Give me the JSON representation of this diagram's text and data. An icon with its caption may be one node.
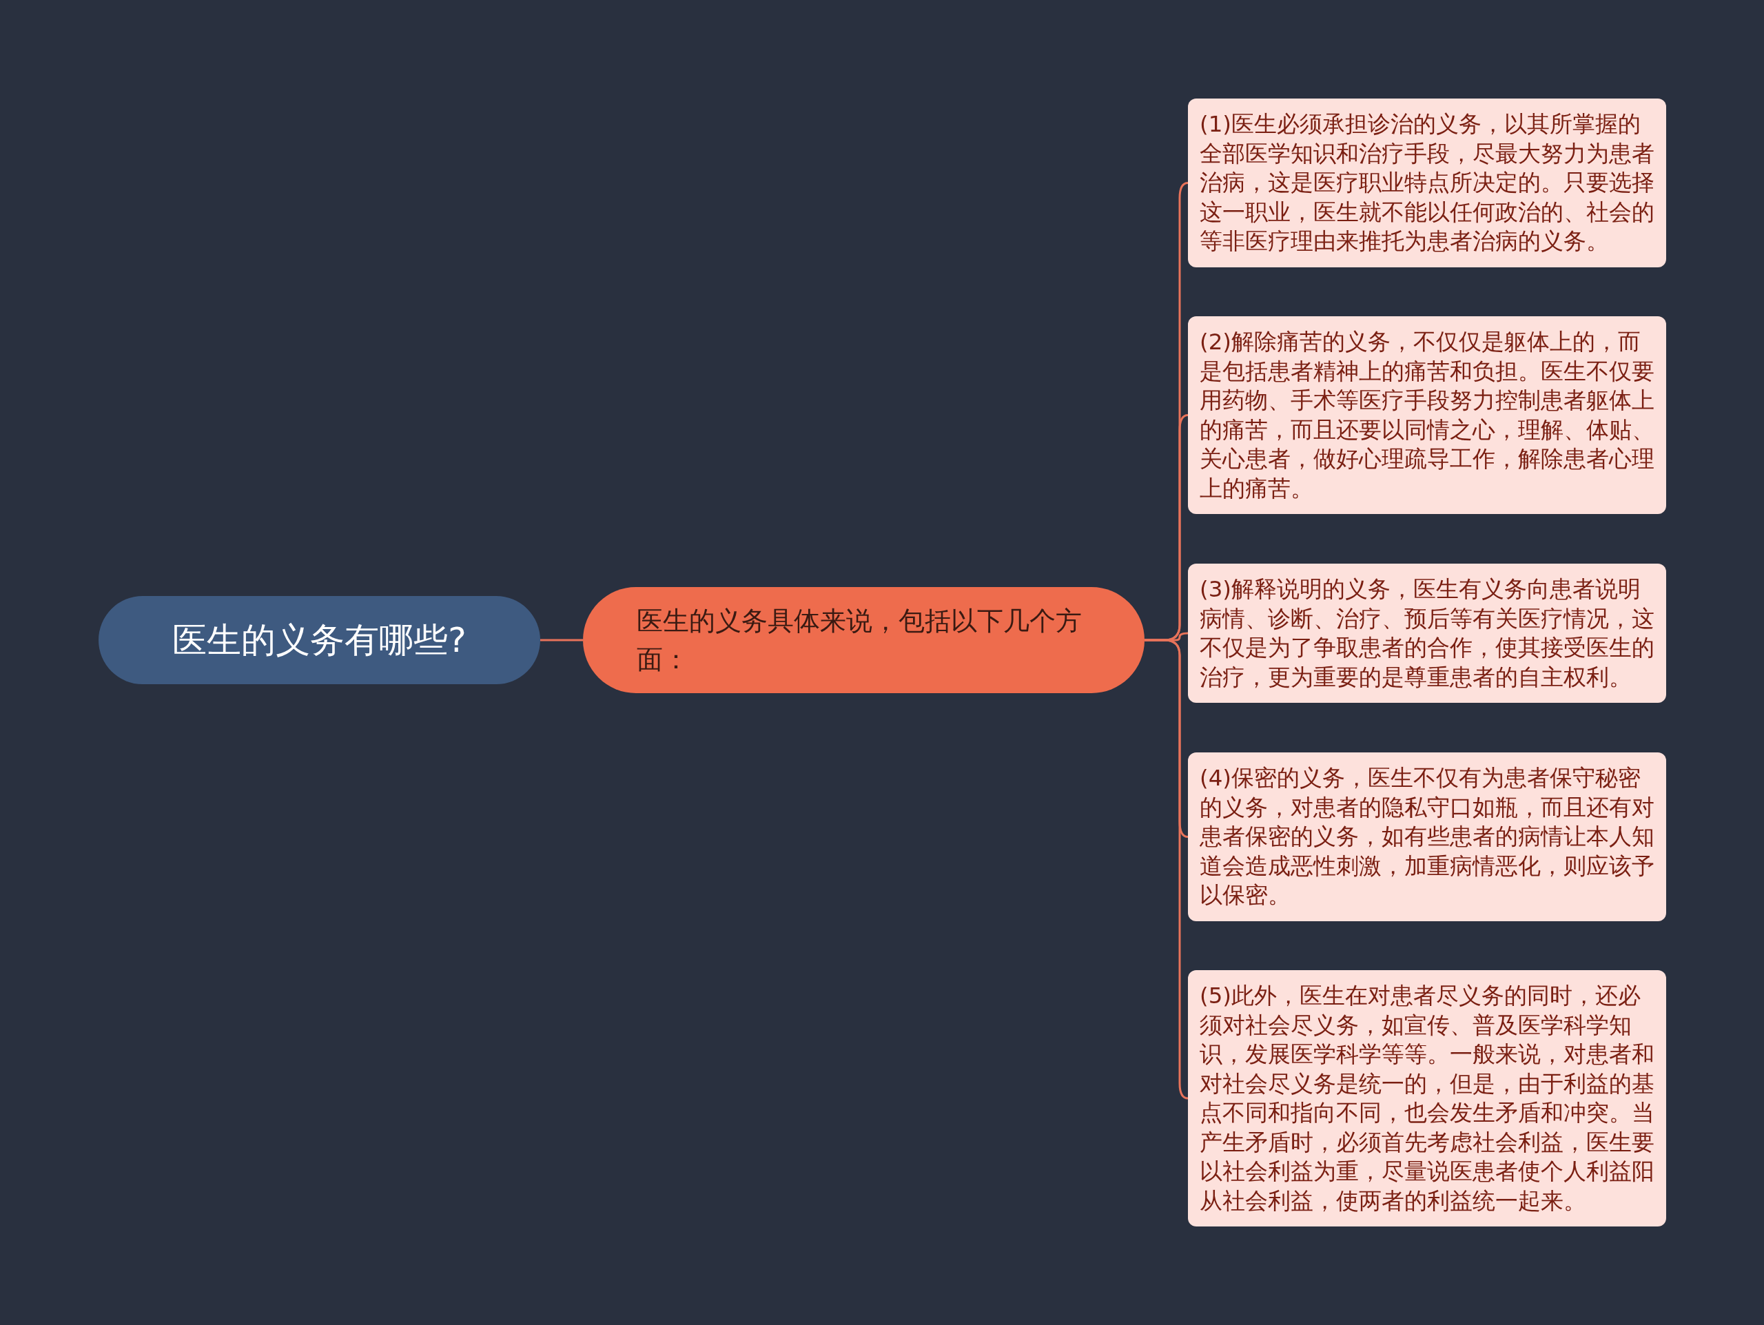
{
  "diagram": {
    "nodes": [
      {
        "text": [
          "医生的义务有哪些?"
        ]
      },
      {
        "text": [
          "医生的义务具体来说，包括以下几个方面："
        ]
      },
      {
        "text": [
          "(1)医生必须承担诊治的义务，以其所掌握的全部医学知识和治疗手段，尽最大努力为患者治病，这是医疗职业特点所决定的。只要选择这一职业，医生就不能以任何政治的、社会的等非医疗理由来推托为患者治病的义务。"
        ]
      },
      {
        "text": [
          "(2)解除痛苦的义务，不仅仅是躯体上的，而是包括患者精神上的痛苦和负担。医生不仅要用药物、手术等医疗手段努力控制患者躯体上的痛苦，而且还要以同情之心，理解、体贴、关心患者，做好心理疏导工作，解除患者心理上的痛苦。"
        ]
      },
      {
        "text": [
          "(3)解释说明的义务，医生有义务向患者说明病情、诊断、治疗、预后等有关医疗情况，这不仅是为了争取患者的合作，使其接受医生的治疗，更为重要的是尊重患者的自主权利。"
        ]
      },
      {
        "text": [
          "(4)保密的义务，医生不仅有为患者保守秘密的义务，对患者的隐私守口如瓶，而且还有对患者保密的义务，如有些患者的病情让本人知道会造成恶性刺激，加重病情恶化，则应该予以保密。"
        ]
      },
      {
        "text": [
          "(5)此外，医生在对患者尽义务的同时，还必须对社会尽义务，如宣传、普及医学科学知识，发展医学科学等等。一般来说，对患者和对社会尽义务是统一的，但是，由于利益的基点不同和指向不同，也会发生矛盾和冲突。当产生矛盾时，必须首先考虑社会利益，医生要以社会利益为重，尽量说医患者使个人利益阳从社会利益，使两者的利益统一起来。"
        ]
      }
    ],
    "edges": [
      {
        "from": 0,
        "to": 1,
        "arrow": "none"
      },
      {
        "from": 1,
        "to": 2,
        "arrow": "none"
      },
      {
        "from": 1,
        "to": 3,
        "arrow": "none"
      },
      {
        "from": 1,
        "to": 4,
        "arrow": "none"
      },
      {
        "from": 1,
        "to": 5,
        "arrow": "none"
      },
      {
        "from": 1,
        "to": 6,
        "arrow": "none"
      }
    ]
  }
}
